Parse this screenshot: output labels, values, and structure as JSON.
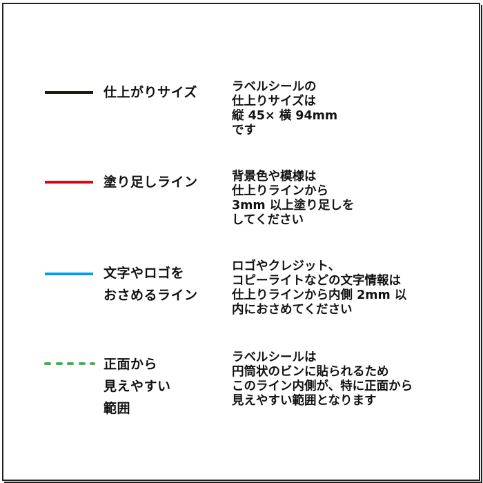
{
  "colors": {
    "finish_line": "#231815",
    "bleed_line": "#e60012",
    "safe_line": "#00a0e9",
    "visible_area_line": "#3cb44b",
    "text": "#111111",
    "frame": "#222222"
  },
  "legend": [
    {
      "id": "finish-size",
      "line_style": "solid",
      "line_color": "#231815",
      "label": "仕上がりサイズ",
      "description": "ラベルシールの\n仕上りサイズは\n縦 45× 横 94mm\nです"
    },
    {
      "id": "bleed-line",
      "line_style": "solid",
      "line_color": "#e60012",
      "label": "塗り足しライン",
      "description": "背景色や模様は\n仕上りラインから\n3mm 以上塗り足しを\nしてください"
    },
    {
      "id": "safe-line",
      "line_style": "solid",
      "line_color": "#00a0e9",
      "label": "文字やロゴを\nおさめるライン",
      "description": "ロゴやクレジット、\nコピーライトなどの文字情報は\n仕上りラインから内側 2mm 以\n内におさめてください"
    },
    {
      "id": "visible-area",
      "line_style": "dashed",
      "line_color": "#3cb44b",
      "label": "正面から\n見えやすい\n範囲",
      "description": "ラベルシールは\n円筒状のビンに貼られるため\nこのライン内側が、特に正面から\n見えやすい範囲となります"
    }
  ]
}
